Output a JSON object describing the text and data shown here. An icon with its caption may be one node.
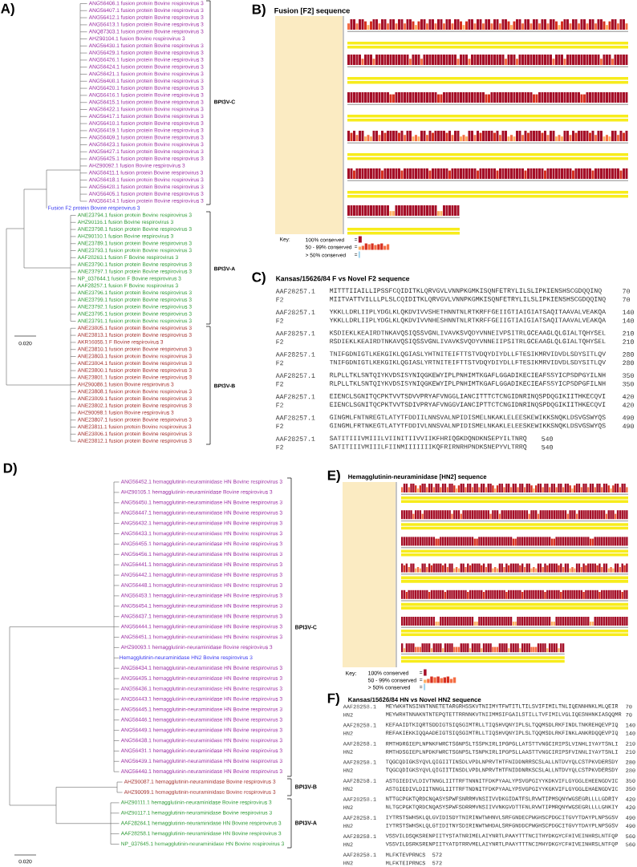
{
  "diagram": {
    "labels": [
      "A)",
      "ANG56406.1 fusion protein Bovine respirovirus 3",
      "ANG56407.1 fusion protein Bovine respirovirus 3",
      "ANG56412.1 fusion protein Bovine respirovirus 3",
      "ANG56413.1 fusion protein Bovine respirovirus 3",
      "ANQ87303.1 fusion protein Bovine respirovirus 3",
      "AHZ90104.1 fusion Bovine respirovirus 3",
      "ANG56430.1 fusion protein Bovine respirovirus 3",
      "ANG56429.1 fusion protein Bovine respirovirus 3",
      "ANG56426.1 fusion protein Bovine respirovirus 3",
      "ANG56424.1 fusion protein Bovine respirovirus 3",
      "ANG56421.1 fusion protein Bovine respirovirus 3",
      "ANG56408.1 fusion protein Bovine respirovirus 3",
      "ANG56420.1 fusion protein Bovine respirovirus 3",
      "ANG56416.1 fusion protein Bovine respirovirus 3",
      "ANG56415.1 fusion protein Bovine respirovirus 3",
      "ANG56422.1 fusion protein Bovine respirovirus 3",
      "ANG56417.1 fusion protein Bovine respirovirus 3",
      "ANG56410.1 fusion protein Bovine respirovirus 3",
      "ANG56419.1 fusion protein Bovine respirovirus 3",
      "ANG56409.1 fusion protein Bovine respirovirus 3",
      "ANG56423.1 fusion protein Bovine respirovirus 3",
      "ANG56427.1 fusion protein Bovine respirovirus 3",
      "ANG56425.1 fusion protein Bovine respirovirus 3",
      "AHZ90092.1 fusion Bovine respirovirus 3",
      "ANG56411.1 fusion protein Bovine respirovirus 3",
      "ANG56418.1 fusion protein Bovine respirovirus 3",
      "ANG56428.1 fusion protein Bovine respirovirus 3",
      "ANG56405.1 fusion protein Bovine respirovirus 3",
      "ANG56414.1 fusion protein Bovine respirovirus 3",
      "Fusion F2 protein Bovine respirovirus 3",
      "ANE23794.1 fusion protein Bovine respirovirus 3",
      "AHZ90116.1 fusion Bovine respirovirus 3",
      "ANE23798.1 fusion protein Bovine respirovirus 3",
      "AHZ90110.1 fusion Bovine respirovirus 3",
      "ANE23789.1 fusion protein Bovine respirovirus 3",
      "ANE23793.1 fusion protein Bovine respirovirus 3",
      "AAF28263.1 fusion F Bovine respirovirus 3",
      "ANE23790.1 fusion protein Bovine respirovirus 3",
      "ANE23797.1 fusion protein Bovine respirovirus 3",
      "NP_037644.1 fusion F Bovine respirovirus 3",
      "AAF28257.1 fusion F Bovine respirovirus 3",
      "ANE23796.1 fusion protein Bovine respirovirus 3",
      "ANE23799.1 fusion protein Bovine respirovirus 3",
      "ANE23792.1 fusion protein Bovine respirovirus 3",
      "ANE23795.1 fusion protein Bovine respirovirus 3",
      "ANE23791.1 fusion protein Bovine respirovirus 3",
      "ANE23805.1 fusion protein Bovine respirovirus 3",
      "ANE23813.1 fusion protein Bovine respirovirus 3",
      "AKR16055.1 F Bovine respirovirus 3",
      "ANE23810.1 fusion protein Bovine respirovirus 3",
      "ANE23803.1 fusion protein Bovine respirovirus 3",
      "ANE23804.1 fusion protein Bovine respirovirus 3",
      "ANE23800.1 fusion protein Bovine respirovirus 3",
      "ANE23801.1 fusion protein Bovine respirovirus 3",
      "AHZ90086.1 fusion Bovine respirovirus 3",
      "ANE23808.1 fusion protein Bovine respirovirus 3",
      "ANE23809.1 fusion protein Bovine respirovirus 3",
      "ANE23802.1 fusion protein Bovine respirovirus 3",
      "AHZ90098.1 fusion Bovine respirovirus 3",
      "ANE23807.1 fusion protein Bovine respirovirus 3",
      "ANE23811.1 fusion protein Bovine respirovirus 3",
      "ANE23806.1 fusion protein Bovine respirovirus 3",
      "ANE23812.1 fusion protein Bovine respirovirus 3",
      "BPI3V-C",
      "BPI3V-A",
      "BPI3V-B",
      "0.020",
      "B)",
      "Fusion [F2] sequence",
      "Key:",
      "=",
      "=",
      "=",
      "C)",
      "Kansas/15626/84 F vs Novel F2 sequence",
      "AAF28257.1",
      "MITTTIIAILLIPSSFCQIDITKLQRVGVLVNNPKGMKISQNFETRYLILSLIPKIENSHSCGDQQINQ",
      "70",
      "F2",
      "MIITVATTVILLLPLSLCQIDITKLQRVGVLVNNPKGMKISQNFETRYLILSLIPKIENSHSCGDQQINQ",
      "70",
      "AAF28257.1",
      "YKKLLDRLIIPLYDGLKLQKDVIVVSHETHNNTNLRTKRFFGEIIGTIAIGIATSAQITAAVALVEAKQA",
      "140",
      "F2",
      "YKKLLDRLIIPLYDGLKLQKDVIVVNHESHNNTNLRTKRFFGEIIGTIAIGIATSAQITAAVALVEAKQA",
      "140",
      "AAF28257.1",
      "KSDIEKLKEAIRDTNKAVQSIQSSVGNLIVAVKSVQDYVNNEIVPSITRLGCEAAGLQLGIALTQHYSEL",
      "210",
      "F2",
      "RSDIEKLKEAIRDTNKAVQSIQSSVGNLIVAVKSVQDYVNNEIIPSITRLGCEAAGLQLGIALTQHYSEL",
      "210",
      "AAF28257.1",
      "TNIFGDNIGTLKEKGIKLQGIASLYHTNITEIFTTSTVDQYDIYDLLFTESIKMRVIDVDLSDYSITLQV",
      "280",
      "F2",
      "TNIFGDNIGTLKEKGIKLQGIASLYRTNITEIFTTSTVDQYDIYDLLFTESIKMRVIDVDLSDYSITLQV",
      "280",
      "AAF28257.1",
      "RLPLLTKLSNTQIYKVDSISYNIQGKEWYIPLPNHIMTKGAFLGGADIKECIEAFSSYICPSDPGYILNH",
      "350",
      "F2",
      "RLPLLTKLSNTQIYKVDSISYNIQGKEWYIPLPNHIMTKGAFLGGADIKECIEAFSSYICPSDPGFILNH",
      "350",
      "AAF28257.1",
      "EIENCLSGNITQCPKTVVTSDVVPRYAFVNGGLIANCITTTCTCNGIDNRINQSPDQGIKIITHKECQVI",
      "420",
      "F2",
      "EIENCLSGNITQCPKTVVTSDIVPRYAFVNGGVIANCIPTTCTCNGIDNRINQSPDQGIKIITHKECQVI",
      "420",
      "AAF28257.1",
      "GINGMLFNTNREGTLATYTFDDIILNNSVALNPIDISMELNKAKLELEESKEWIKKSNQKLDSVGSWYQS",
      "490",
      "F2",
      "GINGMLFRTNKEGTLATYTFDDIVLNNSVALNPIDISMELNKAKLELEESKEWIKKSNQKLDSVGSWYQS",
      "490",
      "AAF28257.1",
      "SATITIIIVMIIILVIINITIIVVIIKFHRIQGKDQNDKNSEPYILTNRQ",
      "540",
      "F2",
      "SATITIIIVMIIILFIINMIIIIIIIKQFRIRNRHPNDKSNEPYVLTRRQ",
      "540",
      "D)",
      "ANG56452.1 hemagglutinin-neuraminidase HN Bovine respirovirus 3",
      "AHZ90105.1 hemagglutinin-neuraminidase Bovine respirovirus 3",
      "ANG56450.1 hemagglutinin-neuraminidase HN Bovine respirovirus 3",
      "ANG56447.1 hemagglutinin-neuraminidase HN Bovine respirovirus 3",
      "ANG56432.1 hemagglutinin-neuraminidase HN Bovine respirovirus 3",
      "ANG56433.1 hemagglutinin-neuraminidase HN Bovine respirovirus 3",
      "ANG56455.1 hemagglutinin-neuraminidase HN Bovine respirovirus 3",
      "ANG56456.1 hemagglutinin-neuraminidase HN Bovine respirovirus 3",
      "ANG56441.1 hemagglutinin-neuraminidase HN Bovine respirovirus 3",
      "ANG56442.1 hemagglutinin-neuraminidase HN Bovine respirovirus 3",
      "ANG56448.1 hemagglutinin-neuraminidase HN Bovine respirovirus 3",
      "ANG56453.1 hemagglutinin-neuraminidase HN Bovine respirovirus 3",
      "ANG56454.1 hemagglutinin-neuraminidase HN Bovine respirovirus 3",
      "ANG56437.1 hemagglutinin-neuraminidase HN Bovine respirovirus 3",
      "ANG56444.1 hemagglutinin-neuraminidase HN Bovine respirovirus 3",
      "ANG56451.1 hemagglutinin-neuraminidase HN Bovine respirovirus 3",
      "AHZ90093.1 hemagglutinin-neuraminidase Bovine respirovirus 3",
      "Hemagglutinin-neuraminidase HN2 Bovine respirovirus 3",
      "ANG56434.1 hemagglutinin-neuraminidase HN Bovine respirovirus 3",
      "ANG56435.1 hemagglutinin-neuraminidase HN Bovine respirovirus 3",
      "ANG56436.1 hemagglutinin-neuraminidase HN Bovine respirovirus 3",
      "ANG56443.1 hemagglutinin-neuraminidase HN Bovine respirovirus 3",
      "ANG56445.1 hemagglutinin-neuraminidase HN Bovine respirovirus 3",
      "ANG56446.1 hemagglutinin-neuraminidase HN Bovine respirovirus 3",
      "ANG56449.1 hemagglutinin-neuraminidase HN Bovine respirovirus 3",
      "ANG56438.1 hemagglutinin-neuraminidase HN Bovine respirovirus 3",
      "ANG56431.1 hemagglutinin-neuraminidase HN Bovine respirovirus 3",
      "ANG56439.1 hemagglutinin-neuraminidase HN Bovine respirovirus 3",
      "ANG56440.1 hemagglutinin-neuraminidase HN Bovine respirovirus 3",
      "AHZ90087.1 hemagglutinin-neuraminidase Bovine respirovirus 3",
      "AHZ90099.1 hemagglutinin-neuraminidase Bovine respirovirus 3",
      "AHZ90111.1 hemagglutinin-neuraminidase Bovine respirovirus 3",
      "AHZ90117.1 hemagglutinin-neuraminidase Bovine respirovirus 3",
      "AAF28264.1 hemagglutinin-neuraminidase HN Bovine respirovirus 3",
      "AAF28258.1 hemagglutinin-neuraminidase HN Bovine respirovirus 3",
      "NP_037645.1 hemagglutinin-neuraminidase HN Bovine respirovirus 3",
      "BPI3V-C",
      "BPI3V-B",
      "BPI3V-A",
      "0.020",
      "E)",
      "Hemagglutinin-neuraminidase [HN2] sequence",
      "Key:",
      "=",
      "=",
      "=",
      "F)",
      "Kansas/15626/84 HN vs Novel HN2 sequence",
      "AAF28258.1",
      "MEYWKHTNSINNTNNETETARGRHSSKVTNIIMYTFWTITLTILSVIFIMILTNLIQENNHNKLMLQEIR",
      "70",
      "HN2",
      "MEYWRHTNNAKNTNTEPQTETTRRNNKVTNIIMMSIFGAILSTILLTVFIMILVGLIQESNHNKIASQQMR",
      "70",
      "AAF28258.1",
      "KEFAAIDTKIQRTSDDIGTSIQSGIMTRLLTIQSHVQNYIPLSLTQQMSDLRKFINDLTNKREHQEVPIQ",
      "140",
      "HN2",
      "REFAKIEKKIQQAADEIGTSIQSGIMTRLLTIQSHVQNYIPLSLTQQMSDLRKFINKLANKRDQQEVPIQ",
      "140",
      "AAF28258.1",
      "RMTHDRGIEPLNPNKFWRCTSGNPSLTSSPKIRLIPGPGLLATSTTVNGCIRIPSLVINHLIYAYTSNLI",
      "210",
      "HN2",
      "RMTHDSGIEPLNPDKFWRCTSGNPSLTSNPKIRLIPGPSLLAASTTVNGCIRIPSFVINNLIYAYTSNLI",
      "210",
      "AAF28258.1",
      "TQGCQDIGKSYQVLQIGIITINSDLVPDLNPRVTHTFNIDDNRRSCSLALLNTDVYQLCSTPKVDERSDY",
      "280",
      "HN2",
      "TQGCQDIGKSYQVLQIGIITINSDLVPDLNPRVTHTFNIDDNRKSCSLALLNTDVYQLCSTPKVDERSDY",
      "280",
      "AAF28258.1",
      "ASTGIEDIVLDIVTNNGLIITTRFTNNNITFDKPYAALYPSVGPGIYYKDKVIFLGYGGLEHEENGDVIC",
      "350",
      "HN2",
      "ASTGIEDIVLDIITNNGLIITTRFTNDNITFDKPYAALYPSVGPGIYYKGKVIFLGYGGLEHAENGDVIC",
      "350",
      "AAF28258.1",
      "NTTGCPGKTQRDCNQASYSPWFSNRRMVNSIIVVDKGIDATFSLRVWTIPMSQNYWGSEGRLLLLGDRIY",
      "420",
      "HN2",
      "NLTGCPGKTQRDCNQASYSPWFSDRRMVNSIIVVNKGVDTTFNLRVWTIPMRQNYWGSEGRLLLLGNKIY",
      "420",
      "AAF28258.1",
      "IYTRSTSWHSKLQLGVIDISDYTNIRINWTWHNVLSRFGNDECPWGHSCPDGCITGVYTDAYPLNPSGSV",
      "490",
      "HN2",
      "IYTRSTSWHSKLQLGTIDITNYSDIRINWTWHDALSRFGNDDCPWGHSCPDGCITGVYTDAYPLNPSGSV",
      "490",
      "AAF28258.1",
      "VSSVILDSQKSRENPIITYSTATNRIMELAIYNRTLPAAYTTTNCITHYDKGYCFHIVEINHRSLNTFQP",
      "560",
      "HN2",
      "VSSVILDSRKSRENPIITYATDTRRVMELAIYNRTLPAAYTTTNCIMHYDKGYCFHIVEINHRSLNTFQP",
      "560",
      "AAF28258.1",
      "MLFKTEVPRNCS",
      "572",
      "HN2",
      "MLFKTEIPRNCS",
      "572"
    ],
    "legend": [
      {
        "text": "100% conserved",
        "color": "#a50f28"
      },
      {
        "text": "50 - 99% conserved"
      },
      {
        "text": "> 50% conserved",
        "color": "#9fd3ee"
      },
      {
        "text": "100% conserved",
        "color": "#a50f28"
      },
      {
        "text": "50 - 99% conserved"
      },
      {
        "text": "> 50% conserved",
        "color": "#9fd3ee"
      }
    ]
  }
}
